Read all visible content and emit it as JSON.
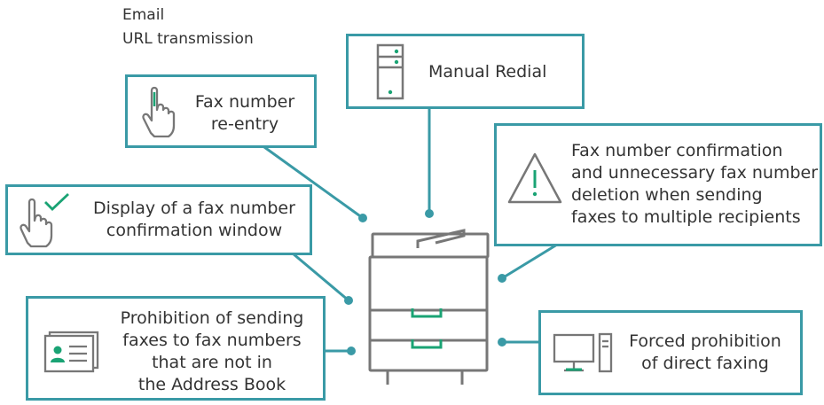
{
  "top_labels": [
    "Email",
    "URL transmission"
  ],
  "boxes": {
    "manual_redial": {
      "text": [
        "Manual Redial"
      ]
    },
    "fax_reentry": {
      "text": [
        "Fax number",
        "re-entry"
      ]
    },
    "fax_confirmation": {
      "text": [
        "Fax number confirmation",
        "and unnecessary fax number",
        "deletion when sending",
        "faxes to multiple recipients"
      ]
    },
    "confirmation_window": {
      "text": [
        "Display of a fax number",
        "confirmation window"
      ]
    },
    "address_book": {
      "text": [
        "Prohibition of sending",
        "faxes to fax numbers",
        "that are not in",
        "the Address Book"
      ]
    },
    "direct_fax": {
      "text": [
        "Forced prohibition",
        "of direct faxing"
      ]
    }
  },
  "icons": [
    "server-icon",
    "touch-hand-icon",
    "warning-icon",
    "touch-check-icon",
    "address-card-icon",
    "pc-icon",
    "printer-icon"
  ],
  "colors": {
    "accent": "#3a9aa6",
    "icon_green": "#1aa374",
    "line": "#777777"
  }
}
